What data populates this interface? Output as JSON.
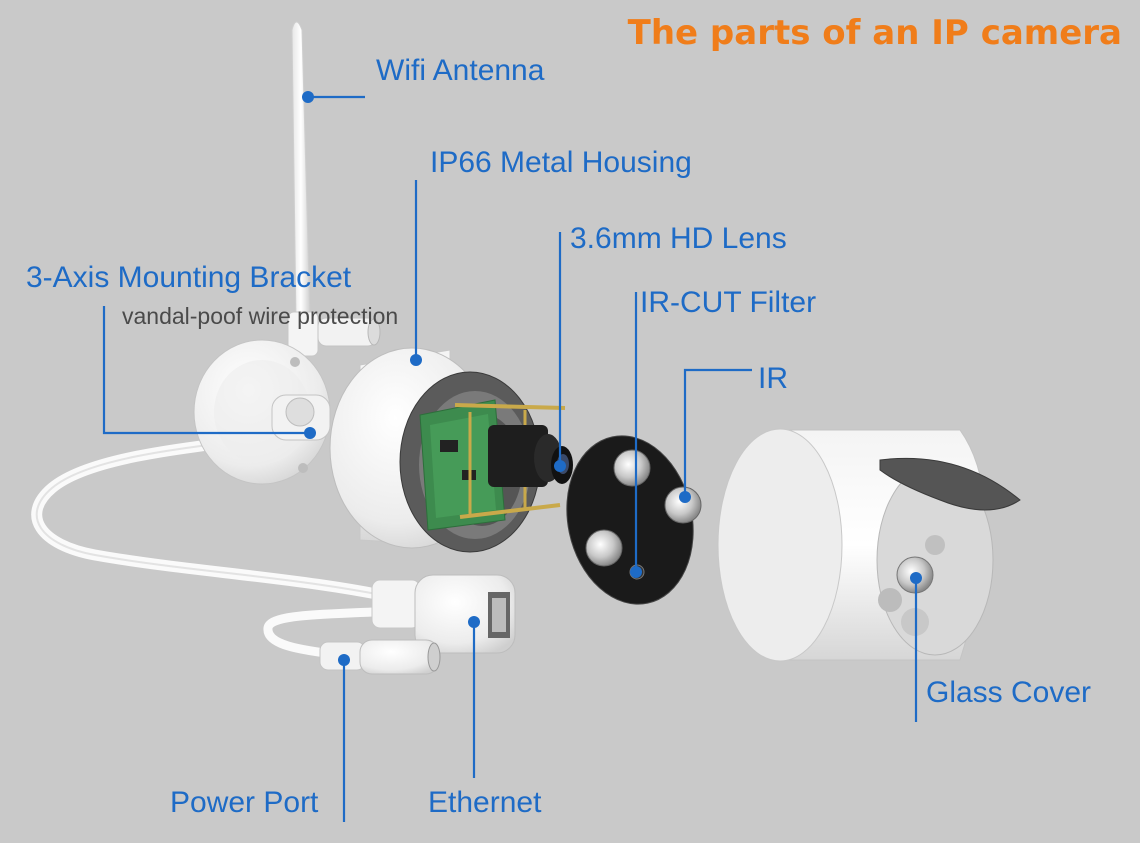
{
  "title": "The parts of an IP camera",
  "labels": {
    "wifi_antenna": "Wifi Antenna",
    "metal_housing": "IP66 Metal Housing",
    "hd_lens": "3.6mm HD Lens",
    "mounting_bracket": "3-Axis Mounting Bracket",
    "wire_protection": "vandal-poof wire protection",
    "ir_cut_filter": "IR-CUT Filter",
    "ir": "IR",
    "glass_cover": "Glass Cover",
    "power_port": "Power Port",
    "ethernet": "Ethernet"
  },
  "colors": {
    "title": "#f07d1a",
    "label": "#1e6bc6",
    "background": "#c9c9c9"
  }
}
